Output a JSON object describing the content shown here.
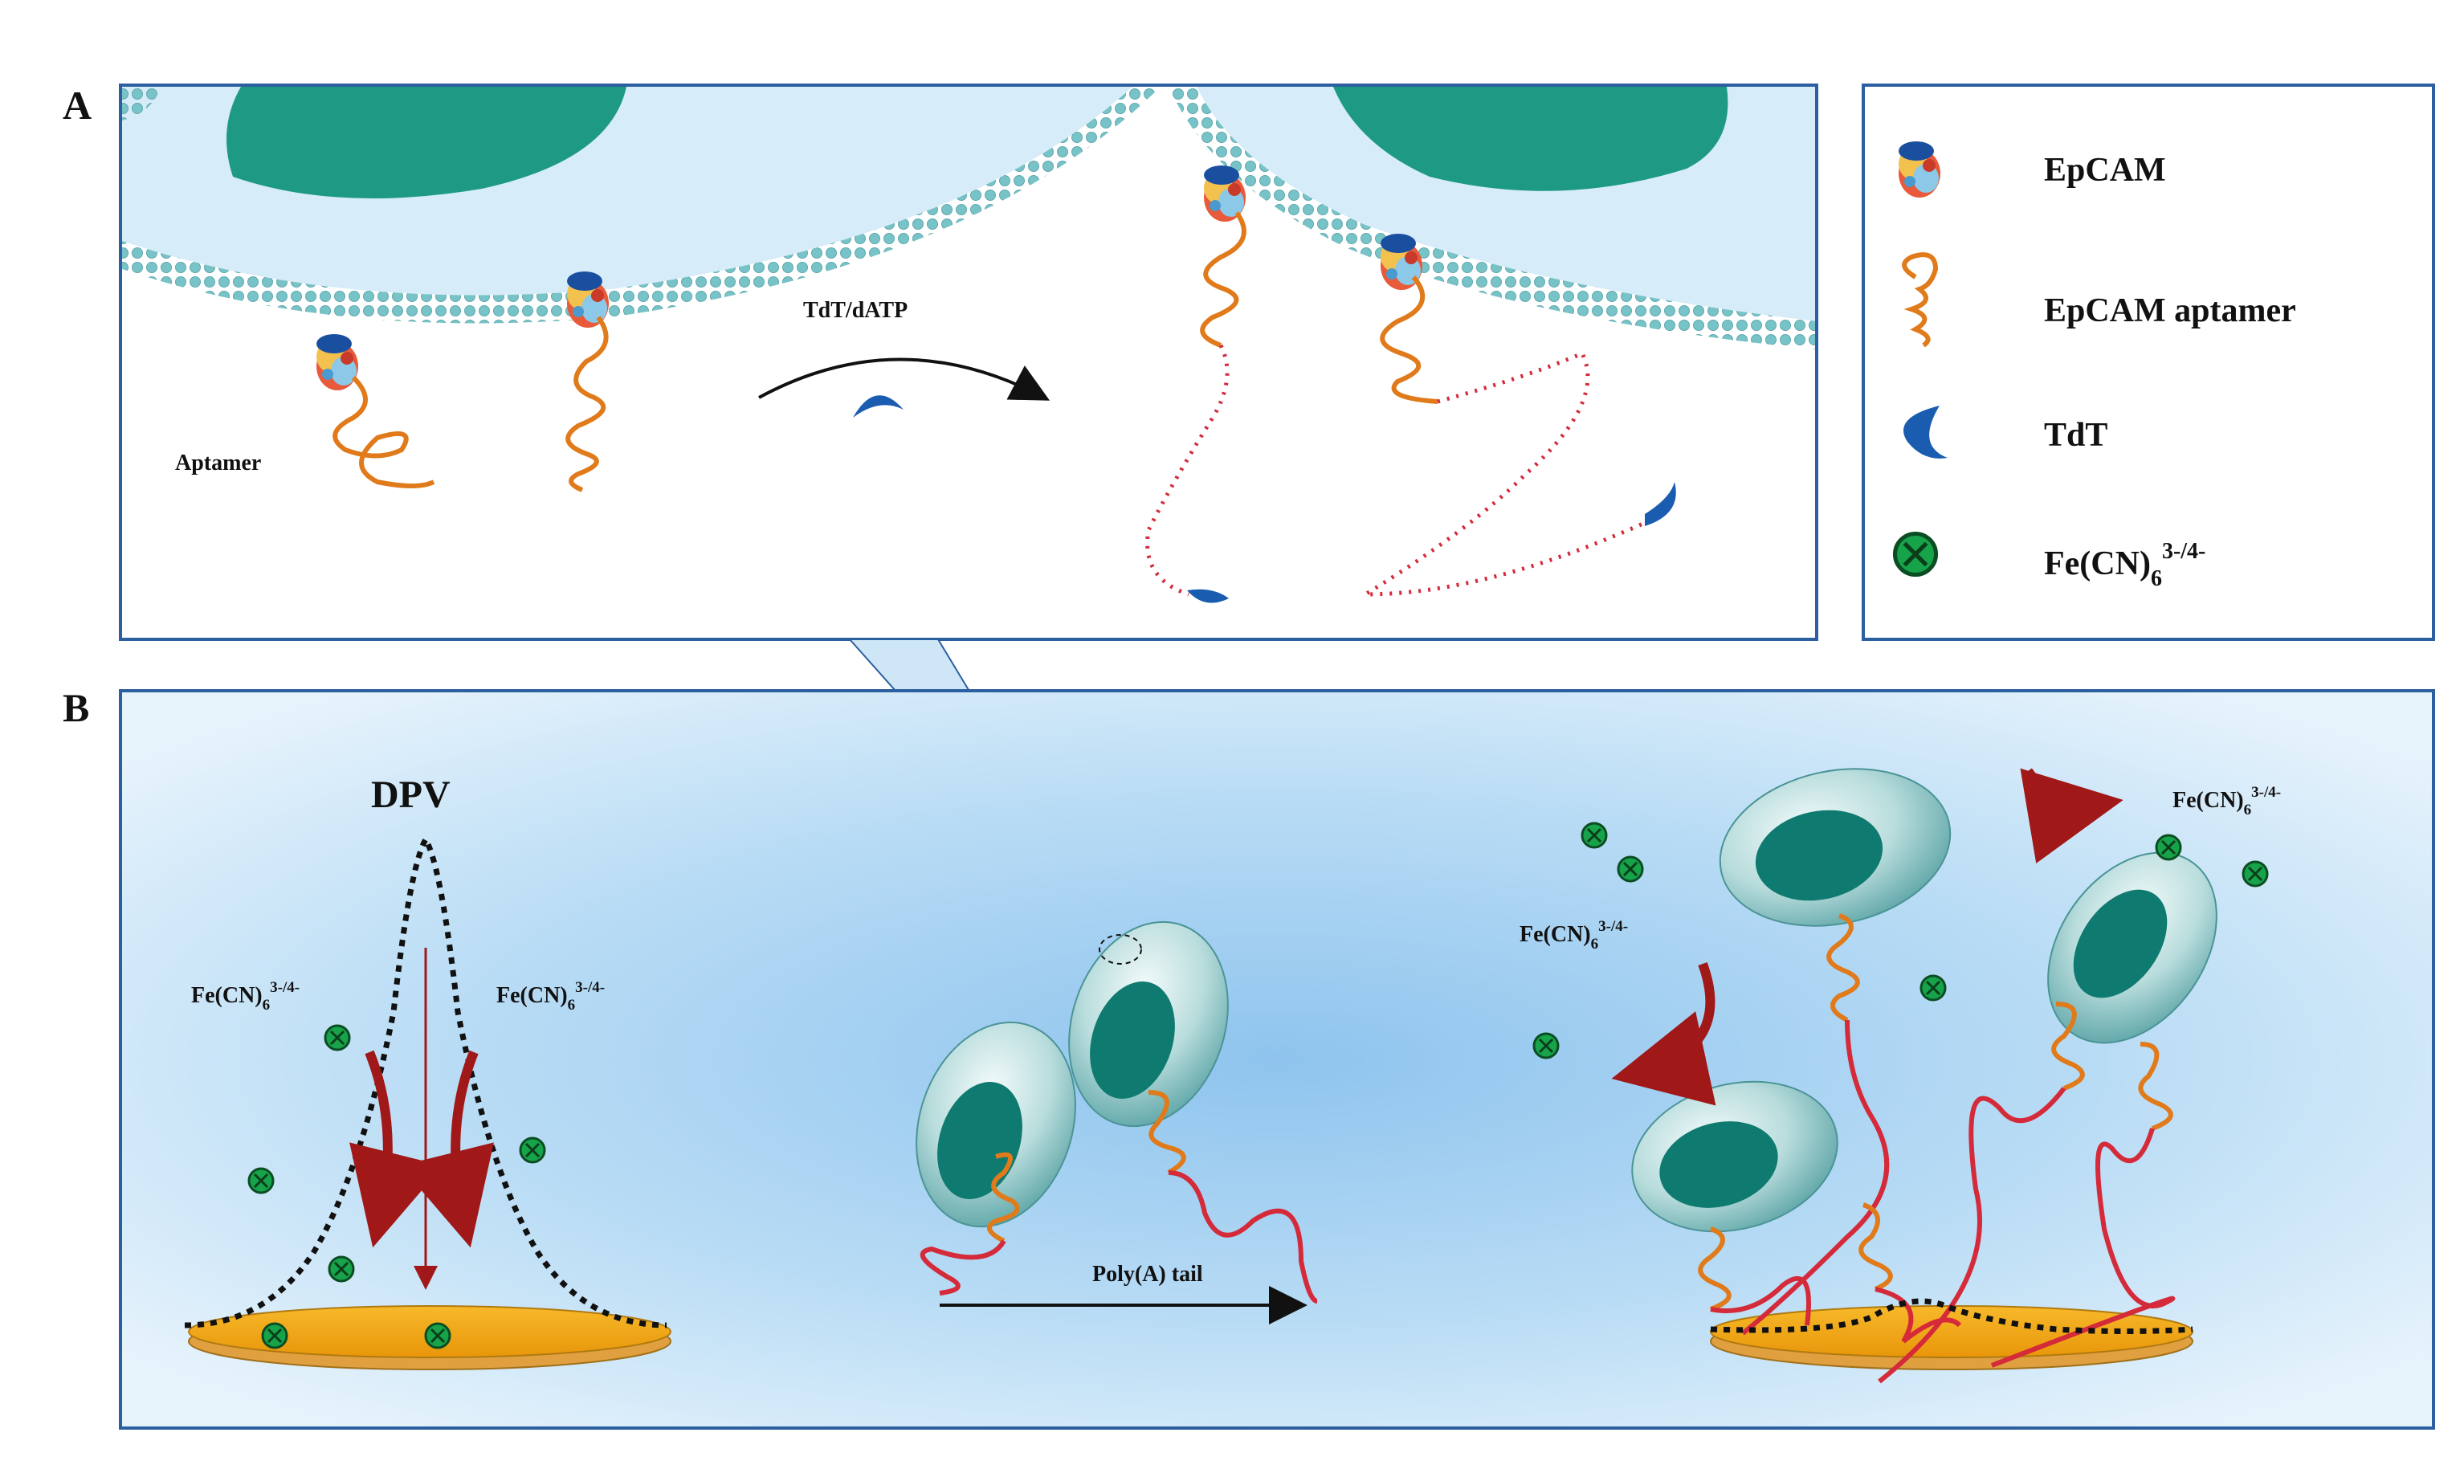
{
  "panels": {
    "a": {
      "letter": "A"
    },
    "b": {
      "letter": "B"
    }
  },
  "panel_a": {
    "aptamer_label": "Aptamer",
    "reaction_label": "TdT/dATP"
  },
  "legend": {
    "items": [
      {
        "label": "EpCAM",
        "icon": "epcam-protein-icon"
      },
      {
        "label": "EpCAM aptamer",
        "icon": "aptamer-icon"
      },
      {
        "label": "TdT",
        "icon": "tdt-enzyme-icon"
      },
      {
        "label": "Fe(CN)",
        "sub": "6",
        "sup": "3-/4-",
        "icon": "redox-probe-icon"
      }
    ]
  },
  "panel_b": {
    "dpv_label": "DPV",
    "probe": {
      "base": "Fe(CN)",
      "sub": "6",
      "sup": "3-/4-"
    },
    "polya_label": "Poly(A) tail"
  },
  "colors": {
    "frame": "#2b5fa0",
    "nucleus": "#1e9a84",
    "cytoplasm": "#d6ecf8",
    "membrane": "#6fbec4",
    "aptamer": "#e07a1a",
    "polya": "#d42a3a",
    "tdt": "#1a5cb0",
    "probe": "#16a34a",
    "electrode": "#f0a810",
    "arrow": "#a01818"
  }
}
